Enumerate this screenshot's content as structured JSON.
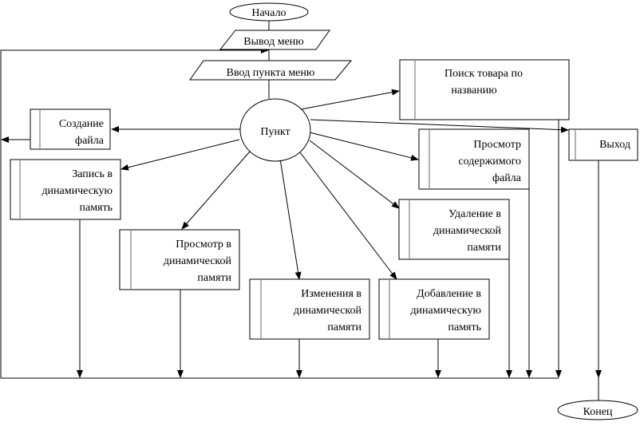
{
  "diagram": {
    "type": "flowchart",
    "start": {
      "label": "Начало"
    },
    "end": {
      "label": "Конец"
    },
    "io": [
      {
        "id": "menu_output",
        "label": "Вывод меню"
      },
      {
        "id": "menu_input",
        "label": "Ввод пункта меню"
      }
    ],
    "decision": {
      "label": "Пункт"
    },
    "processes": [
      {
        "id": "create",
        "lines": [
          "Создание",
          "файла"
        ]
      },
      {
        "id": "write",
        "lines": [
          "Запись в",
          "динамическую",
          "память"
        ]
      },
      {
        "id": "view_dyn",
        "lines": [
          "Просмотр в",
          "динамической",
          "памяти"
        ]
      },
      {
        "id": "edit",
        "lines": [
          "Изменения в",
          "динамической",
          "памяти"
        ]
      },
      {
        "id": "add",
        "lines": [
          "Добавление в",
          "динамическую",
          "память"
        ]
      },
      {
        "id": "delete",
        "lines": [
          "Удаление в",
          "динамической",
          "памяти"
        ]
      },
      {
        "id": "view_file",
        "lines": [
          "Просмотр",
          "содержимого",
          "файла"
        ]
      },
      {
        "id": "search",
        "lines": [
          "Поиск товара по",
          "названию"
        ]
      },
      {
        "id": "exit",
        "lines": [
          "Выход"
        ]
      }
    ],
    "edges": [
      {
        "from": "Начало",
        "to": "Вывод меню"
      },
      {
        "from": "Вывод меню",
        "to": "Ввод пункта меню"
      },
      {
        "from": "Ввод пункта меню",
        "to": "Пункт"
      },
      {
        "from": "Пункт",
        "to": "Создание файла"
      },
      {
        "from": "Пункт",
        "to": "Запись в динамическую память"
      },
      {
        "from": "Пункт",
        "to": "Просмотр в динамической памяти"
      },
      {
        "from": "Пункт",
        "to": "Изменения в динамической памяти"
      },
      {
        "from": "Пункт",
        "to": "Добавление в динамическую память"
      },
      {
        "from": "Пункт",
        "to": "Удаление в динамической памяти"
      },
      {
        "from": "Пункт",
        "to": "Просмотр содержимого файла"
      },
      {
        "from": "Пункт",
        "to": "Поиск товара по названию"
      },
      {
        "from": "Пункт",
        "to": "Выход"
      },
      {
        "from": "Выход",
        "to": "Конец"
      },
      {
        "from": "all processes",
        "to": "Вывод меню",
        "note": "loop back"
      }
    ]
  }
}
